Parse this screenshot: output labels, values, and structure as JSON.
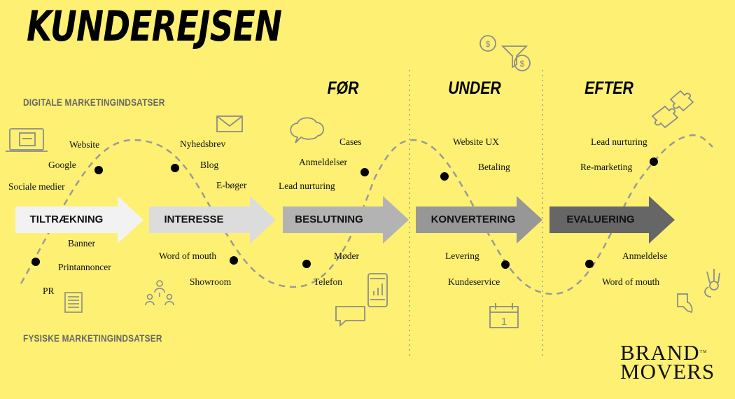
{
  "title": "KUNDEREJSEN",
  "sections": {
    "digital": "DIGITALE MARKETINGINDSATSER",
    "physical": "FYSISKE MARKETINGINDSATSER"
  },
  "phases": [
    "FØR",
    "UNDER",
    "EFTER"
  ],
  "stages": [
    {
      "label": "TILTRÆKNING",
      "color": "#f2f2f2"
    },
    {
      "label": "INTERESSE",
      "color": "#dcdcdc"
    },
    {
      "label": "BESLUTNING",
      "color": "#b3b3b3"
    },
    {
      "label": "KONVERTERING",
      "color": "#979797"
    },
    {
      "label": "EVALUERING",
      "color": "#666666"
    }
  ],
  "labels": {
    "website": "Website",
    "google": "Google",
    "sociale_medier": "Sociale medier",
    "banner": "Banner",
    "printannoncer": "Printannoncer",
    "pr": "PR",
    "nyhedsbrev": "Nyhedsbrev",
    "blog": "Blog",
    "e_boger": "E-bøger",
    "word_of_mouth_1": "Word of mouth",
    "showroom": "Showroom",
    "cases": "Cases",
    "anmeldelser": "Anmeldelser",
    "lead_nurturing_1": "Lead nurturing",
    "moder": "Møder",
    "telefon": "Telefon",
    "website_ux": "Website UX",
    "betaling": "Betaling",
    "levering": "Levering",
    "kundeservice": "Kundeservice",
    "lead_nurturing_2": "Lead nurturing",
    "re_marketing": "Re-marketing",
    "anmeldelse": "Anmeldelse",
    "word_of_mouth_2": "Word of mouth"
  },
  "brand": {
    "line1": "BRAND",
    "line2": "MOVERS",
    "tm": "TM"
  },
  "icons": [
    "laptop-icon",
    "email-icon",
    "chat-bubble-icon",
    "coin-funnel-icon",
    "puzzle-icon",
    "document-icon",
    "people-network-icon",
    "smartphone-icon",
    "message-icon",
    "calendar-icon",
    "thumbs-icon"
  ],
  "colors": {
    "background": "#fdf073",
    "curve": "#9a9a9a",
    "icons": "#8c8c8c"
  }
}
